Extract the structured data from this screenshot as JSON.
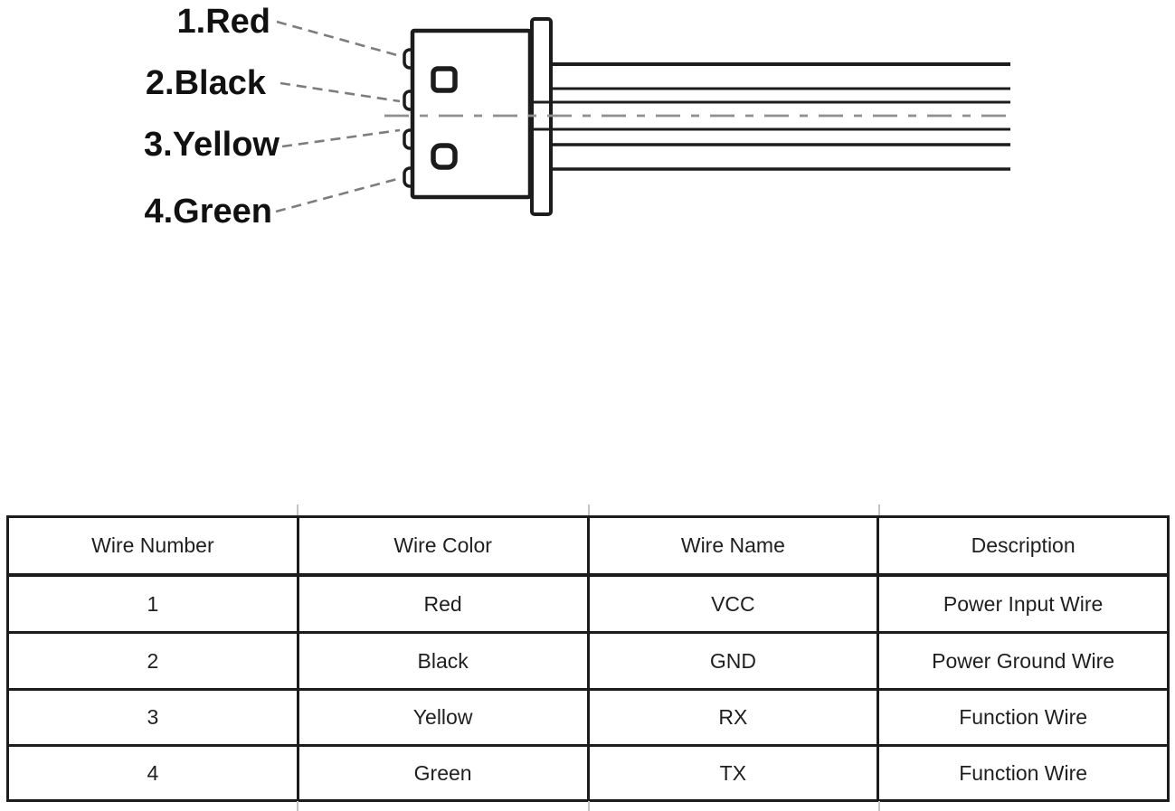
{
  "diagram": {
    "pin_labels": [
      "1.Red",
      "2.Black",
      "3.Yellow",
      "4.Green"
    ],
    "colors": {
      "outline": "#1c1c1c",
      "leader_line": "#7d7d7d",
      "center_axis": "#8f8f8f"
    }
  },
  "table": {
    "headers": [
      "Wire Number",
      "Wire Color",
      "Wire Name",
      "Description"
    ],
    "rows": [
      [
        "1",
        "Red",
        "VCC",
        "Power Input Wire"
      ],
      [
        "2",
        "Black",
        "GND",
        "Power Ground Wire"
      ],
      [
        "3",
        "Yellow",
        "RX",
        "Function Wire"
      ],
      [
        "4",
        "Green",
        "TX",
        "Function Wire"
      ]
    ]
  }
}
